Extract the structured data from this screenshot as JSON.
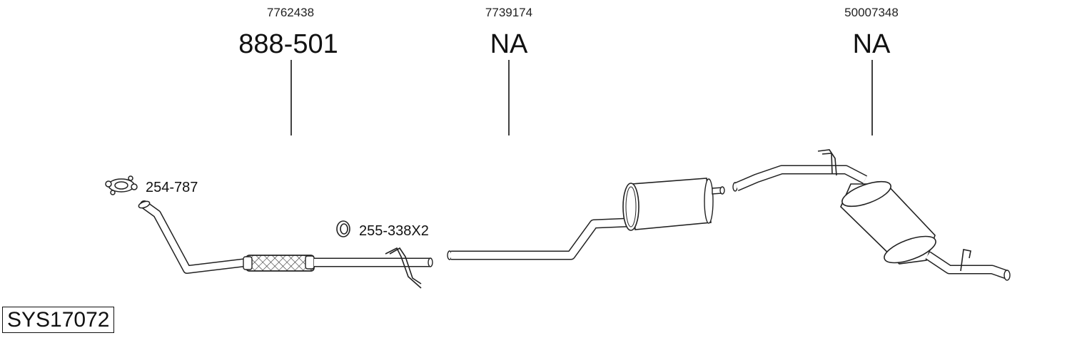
{
  "system_code": "SYS17072",
  "groups": [
    {
      "oem": "7762438",
      "part": "888-501"
    },
    {
      "oem": "7739174",
      "part": "NA"
    },
    {
      "oem": "50007348",
      "part": "NA"
    }
  ],
  "accessories": {
    "clamp": "254-787",
    "gasket": "255-338X2"
  }
}
